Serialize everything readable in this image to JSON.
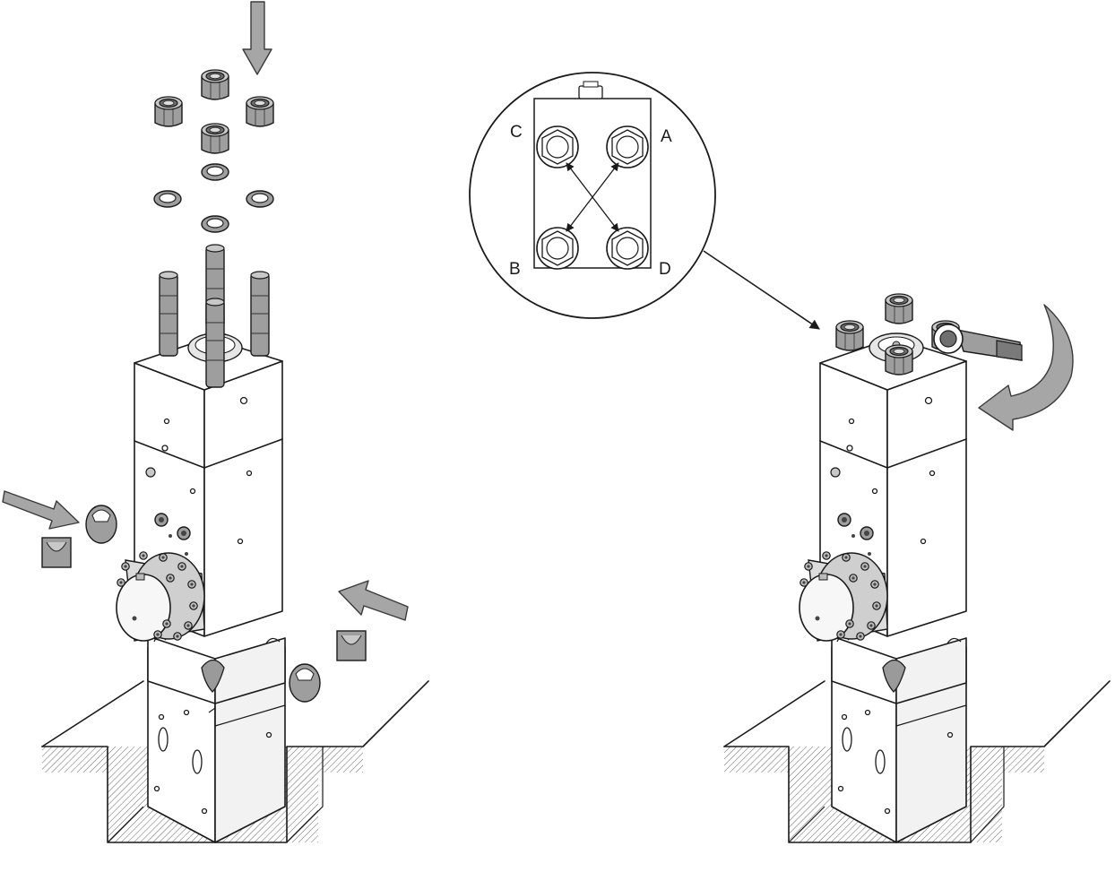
{
  "detail_view": {
    "labels": [
      "A",
      "B",
      "C",
      "D"
    ]
  },
  "colors": {
    "line": "#1a1a1a",
    "metal": "#9e9e9e",
    "arrow_fill": "#a6a6a6",
    "background": "#ffffff"
  },
  "icons": [
    "arrow-down-icon",
    "arrow-right-icon",
    "arrow-left-icon",
    "rotate-arrow-icon",
    "wrench-icon"
  ]
}
